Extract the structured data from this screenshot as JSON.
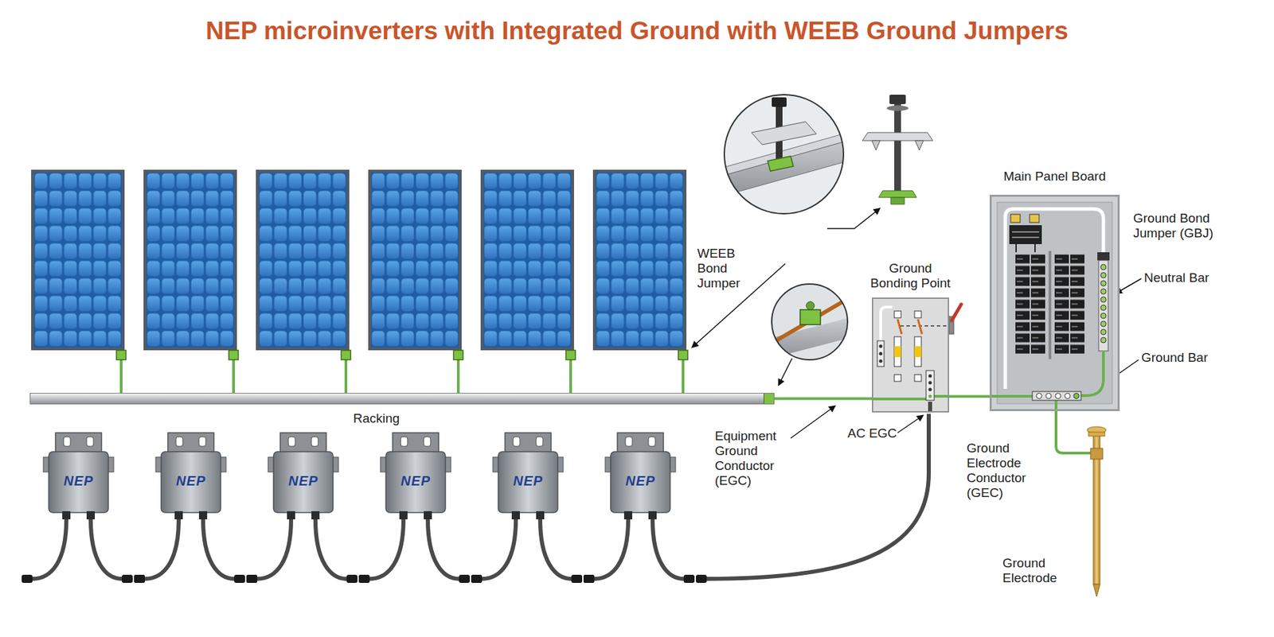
{
  "diagram": {
    "title": "NEP microinverters with Integrated Ground with WEEB Ground Jumpers",
    "nodes": [
      {
        "text": [
          "Racking"
        ]
      },
      {
        "text": [
          "Ground Bonding Point"
        ]
      },
      {
        "text": [
          "Main Panel Board"
        ]
      }
    ],
    "edges": [
      {
        "from": 0,
        "to": 1,
        "arrow": "none"
      },
      {
        "from": 1,
        "to": 2,
        "arrow": "none"
      }
    ],
    "labels": [
      "WEEB Bond Jumper",
      "Ground Bond Jumper (GBJ)",
      "Neutral Bar",
      "Ground Bar",
      "Equipment Ground Conductor (EGC)",
      "AC EGC",
      "Ground Electrode Conductor (GEC)",
      "Ground Electrode",
      "NEP",
      "NEP",
      "NEP",
      "NEP",
      "NEP",
      "NEP"
    ]
  }
}
